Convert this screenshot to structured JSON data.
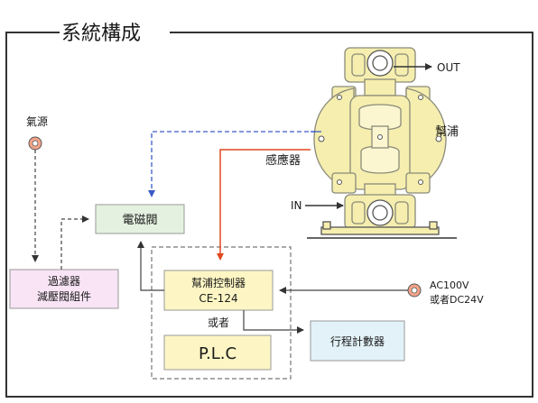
{
  "title": "系統構成",
  "labels": {
    "air_source": "氣源",
    "filter_line1": "過濾器",
    "filter_line2": "減壓閥組件",
    "solenoid_valve": "電磁閥",
    "controller_line1": "幫浦控制器",
    "controller_line2": "CE-124",
    "or": "或者",
    "plc": "P.L.C",
    "stroke_counter": "行程計數器",
    "sensor": "感應器",
    "pump": "幫浦",
    "out": "OUT",
    "in": "IN",
    "power_line1": "AC100V",
    "power_line2": "或者DC24V"
  },
  "colors": {
    "frame": "#333333",
    "pump_body": "#f5eeae",
    "pump_stroke": "#8a8a7a",
    "filter_fill": "#f8e4f5",
    "solenoid_fill": "#e4f1e0",
    "controller_fill": "#fdf6c4",
    "plc_fill": "#fdf6c4",
    "counter_fill": "#e2f2f8",
    "air_line": "#3a5ac8",
    "signal_line": "#e04820",
    "source_dot": "#f5a48a"
  }
}
